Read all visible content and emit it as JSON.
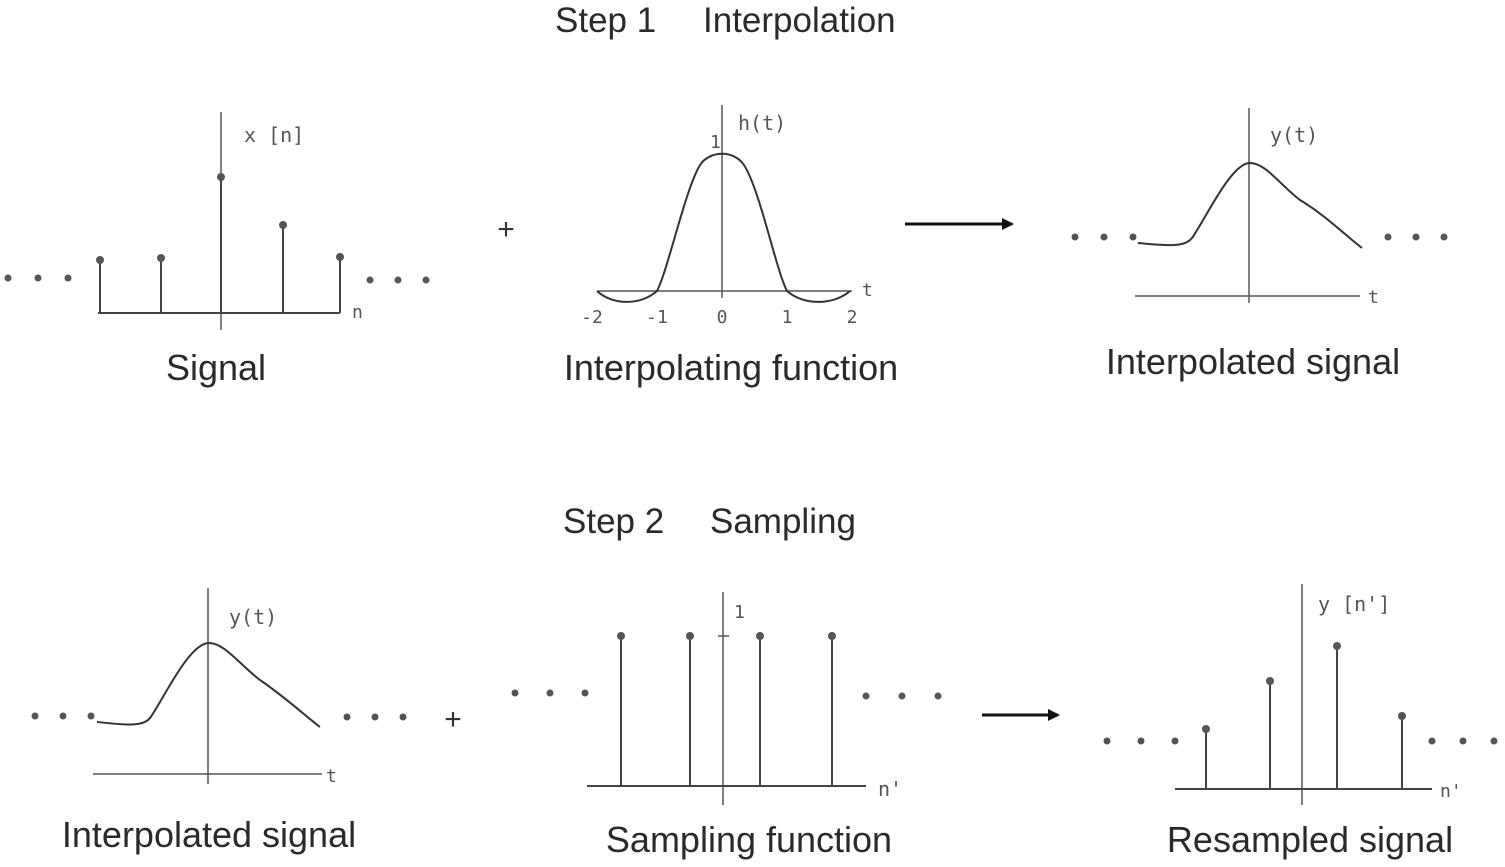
{
  "step1": {
    "number": "Step 1",
    "name": "Interpolation"
  },
  "step2": {
    "number": "Step 2",
    "name": "Sampling"
  },
  "panels": {
    "signal": {
      "caption": "Signal",
      "axis_label": "x [n]",
      "axis_var": "n"
    },
    "interp_function": {
      "caption": "Interpolating function",
      "axis_label": "h(t)",
      "axis_var": "t",
      "peak_label": "1",
      "ticks": [
        "-2",
        "-1",
        "0",
        "1",
        "2"
      ]
    },
    "interp_signal_top": {
      "caption": "Interpolated signal",
      "axis_label": "y(t)",
      "axis_var": "t"
    },
    "interp_signal_bottom": {
      "caption": "Interpolated signal",
      "axis_label": "y(t)",
      "axis_var": "t"
    },
    "sampling_function": {
      "caption": "Sampling function",
      "axis_label": "1",
      "axis_var": "n'"
    },
    "resampled": {
      "caption": "Resampled signal",
      "axis_label": "y [n']",
      "axis_var": "n'"
    }
  },
  "operators": {
    "plus": "+",
    "ellipsis": "• • •"
  },
  "colors": {
    "ink": "#333333",
    "background": "#ffffff"
  }
}
